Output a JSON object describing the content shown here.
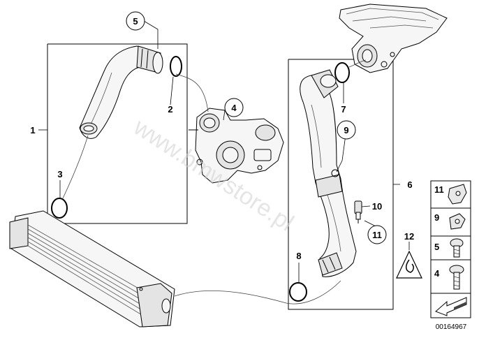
{
  "labels": {
    "l1": "1",
    "l2": "2",
    "l3": "3",
    "l4": "4",
    "l5": "5",
    "l6": "6",
    "l7": "7",
    "l8": "8",
    "l9": "9",
    "l10": "10",
    "l11": "11",
    "l12": "12"
  },
  "legend": {
    "items": [
      {
        "number": "11",
        "icon": "clip-bracket-icon"
      },
      {
        "number": "9",
        "icon": "spring-clip-icon"
      },
      {
        "number": "5",
        "icon": "socket-bolt-icon"
      },
      {
        "number": "4",
        "icon": "hex-bolt-icon"
      },
      {
        "number": "",
        "icon": "arrow-icon"
      }
    ]
  },
  "watermark": "www.bmwstore.pl",
  "figure_id": "00164967"
}
